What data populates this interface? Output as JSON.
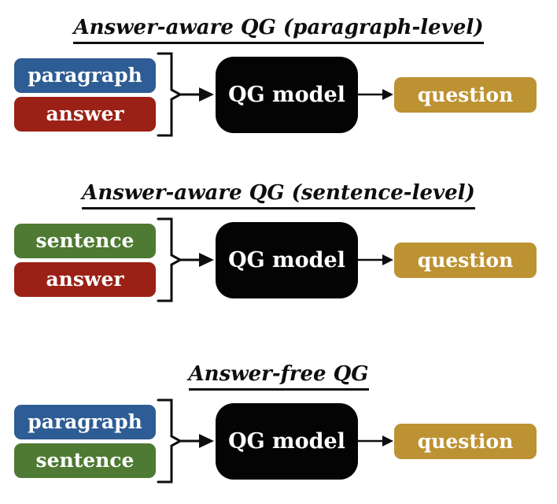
{
  "palette": {
    "paragraph_blue": "#2e5c94",
    "answer_red": "#9b2116",
    "sentence_green": "#4e7a33",
    "question_gold": "#bd9233",
    "model_black": "#040404",
    "text_white": "#ffffff",
    "title_black": "#0e0e0e"
  },
  "sections": [
    {
      "title": "Answer-aware QG (paragraph-level)",
      "inputs": [
        {
          "label": "paragraph",
          "color": "blue"
        },
        {
          "label": "answer",
          "color": "red"
        }
      ],
      "model_label": "QG model",
      "output_label": "question"
    },
    {
      "title": "Answer-aware QG (sentence-level)",
      "inputs": [
        {
          "label": "sentence",
          "color": "green"
        },
        {
          "label": "answer",
          "color": "red"
        }
      ],
      "model_label": "QG model",
      "output_label": "question"
    },
    {
      "title": "Answer-free QG",
      "inputs": [
        {
          "label": "paragraph",
          "color": "blue"
        },
        {
          "label": "sentence",
          "color": "green"
        }
      ],
      "model_label": "QG model",
      "output_label": "question"
    }
  ]
}
